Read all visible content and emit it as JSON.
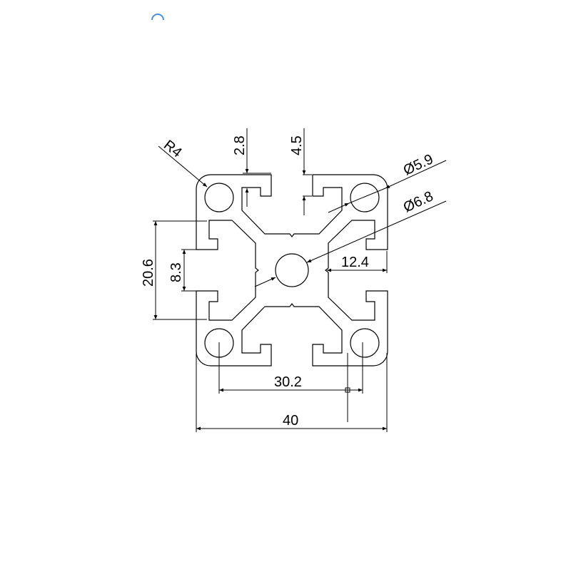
{
  "drawing": {
    "title": "Aluminum extrusion profile 40x40 cross-section",
    "dimensions": {
      "radius": "R4",
      "slot_wall": "2.8",
      "slot_lip": "4.5",
      "corner_hole_dia": "Ø5.9",
      "center_hole_dia": "Ø6.8",
      "core_offset": "12.4",
      "slot_inner_width": "20.6",
      "slot_opening": "8.3",
      "hole_spacing": "30.2",
      "overall_width": "40"
    },
    "colors": {
      "line": "#000000",
      "background": "#ffffff",
      "watermark": "#4a90d9"
    }
  }
}
